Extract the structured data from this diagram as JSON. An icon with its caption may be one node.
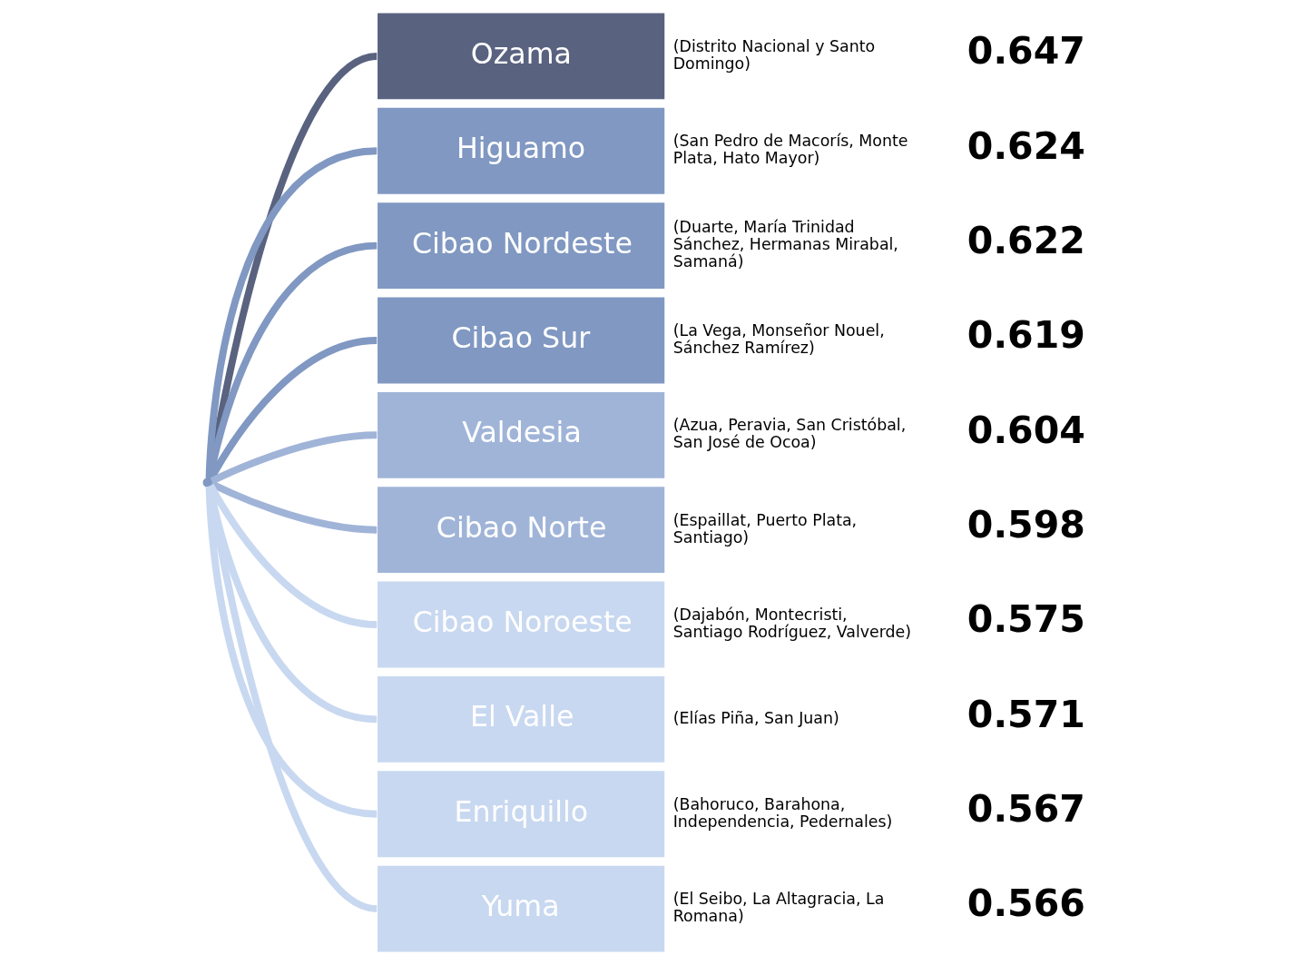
{
  "diagram": {
    "nodes": [
      {
        "text": [],
        "shape": "point"
      },
      {
        "text": [
          "Ozama"
        ],
        "beside": [
          "(Distrito Nacional y Santo Domingo)",
          "0.647"
        ]
      },
      {
        "text": [
          "Higuamo"
        ],
        "beside": [
          "(San Pedro de Macorís, Monte Plata, Hato Mayor)",
          "0.624"
        ]
      },
      {
        "text": [
          "Cibao Nordeste"
        ],
        "beside": [
          "(Duarte, María Trinidad Sánchez, Hermanas Mirabal, Samaná)",
          "0.622"
        ]
      },
      {
        "text": [
          "Cibao Sur"
        ],
        "beside": [
          "(La Vega, Monseñor Nouel, Sánchez Ramírez)",
          "0.619"
        ]
      },
      {
        "text": [
          "Valdesia"
        ],
        "beside": [
          "(Azua, Peravia, San Cristóbal, San José de Ocoa)",
          "0.604"
        ]
      },
      {
        "text": [
          "Cibao Norte"
        ],
        "beside": [
          "(Espaillat, Puerto Plata, Santiago)",
          "0.598"
        ]
      },
      {
        "text": [
          "Cibao Noroeste"
        ],
        "beside": [
          "(Dajabón, Montecristi, Santiago Rodríguez, Valverde)",
          "0.575"
        ]
      },
      {
        "text": [
          "El Valle"
        ],
        "beside": [
          "(Elías Piña, San Juan)",
          "0.571"
        ]
      },
      {
        "text": [
          "Enriquillo"
        ],
        "beside": [
          "(Bahoruco, Barahona, Independencia, Pedernales)",
          "0.567"
        ]
      },
      {
        "text": [
          "Yuma"
        ],
        "beside": [
          "(El Seibo, La Altagracia, La Romana)",
          "0.566"
        ]
      }
    ],
    "edges": [
      {
        "from": 0,
        "to": 1,
        "arrow": "none",
        "color": "#59627f"
      },
      {
        "from": 0,
        "to": 2,
        "arrow": "none",
        "color": "#8098c2"
      },
      {
        "from": 0,
        "to": 3,
        "arrow": "none",
        "color": "#8098c2"
      },
      {
        "from": 0,
        "to": 4,
        "arrow": "none",
        "color": "#8098c2"
      },
      {
        "from": 0,
        "to": 5,
        "arrow": "none",
        "color": "#a0b4d8"
      },
      {
        "from": 0,
        "to": 6,
        "arrow": "none",
        "color": "#a0b4d8"
      },
      {
        "from": 0,
        "to": 7,
        "arrow": "none"
      },
      {
        "from": 0,
        "to": 8,
        "arrow": "none"
      },
      {
        "from": 0,
        "to": 9,
        "arrow": "none"
      },
      {
        "from": 0,
        "to": 10,
        "arrow": "none"
      }
    ]
  }
}
